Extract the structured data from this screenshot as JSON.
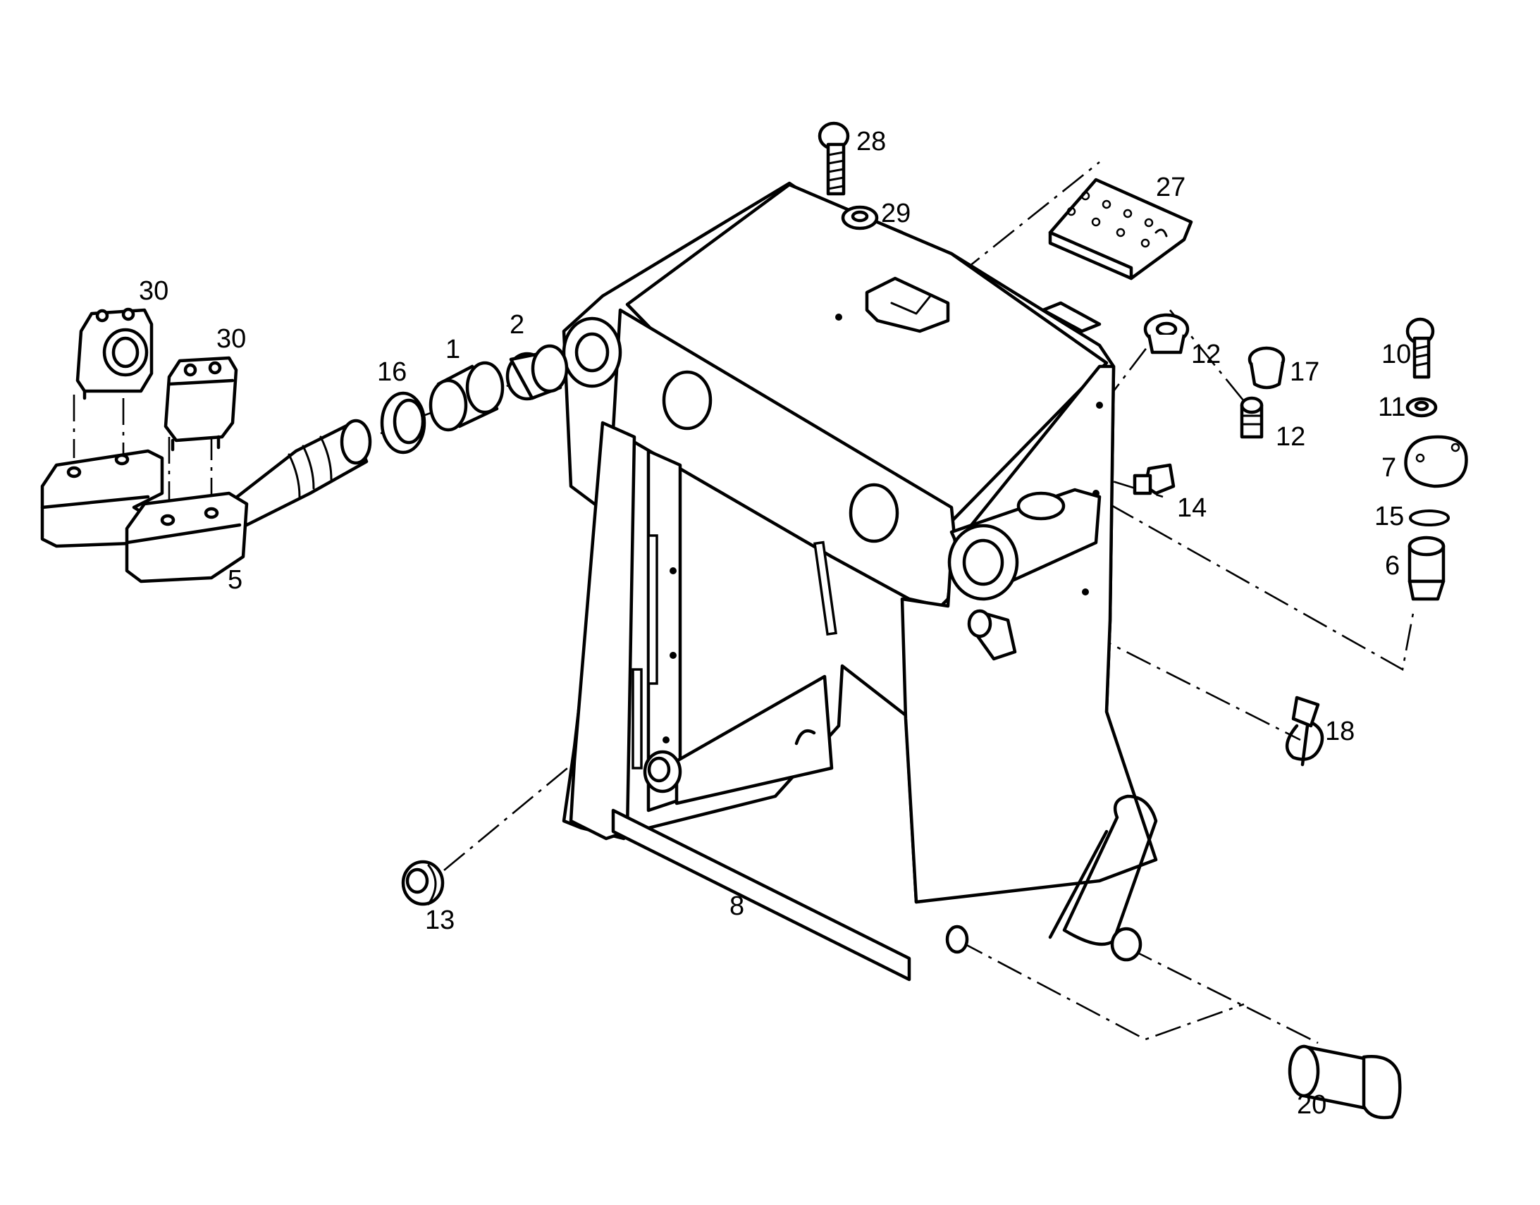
{
  "diagram": {
    "callouts": [
      "28",
      "27",
      "29",
      "30",
      "30",
      "2",
      "1",
      "16",
      "12",
      "17",
      "10",
      "11",
      "12",
      "7",
      "14",
      "15",
      "5",
      "6",
      "18",
      "13",
      "8",
      "20"
    ]
  }
}
